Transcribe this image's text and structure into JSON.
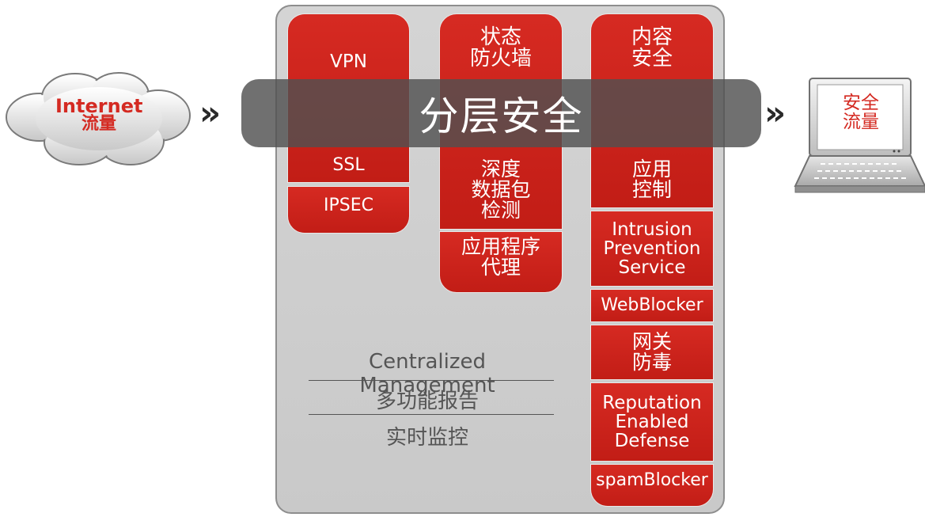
{
  "diagram": {
    "left_source": {
      "line1": "Internet",
      "line2": "流量"
    },
    "right_dest": {
      "line1": "安全",
      "line2": "流量"
    },
    "band_label": "分层安全",
    "arrow_glyph": "»",
    "col1": {
      "top": "VPN",
      "ssl": "SSL",
      "ipsec": "IPSEC"
    },
    "col2": {
      "top": "状态\n防火墙",
      "dpi": "深度\n数据包\n检测",
      "proxy": "应用程序\n代理"
    },
    "col3": {
      "top": "内容\n安全",
      "app_control": "应用\n控制",
      "ips": "Intrusion\nPrevention\nService",
      "webblocker": "WebBlocker",
      "gav": "网关\n防毒",
      "red": "Reputation\nEnabled\nDefense",
      "spam": "spamBlocker"
    },
    "management": {
      "line1": "Centralized Management",
      "line2": "多功能报告",
      "line3": "实时监控"
    }
  },
  "colors": {
    "red": "#c8211a",
    "band": "#505050",
    "panel": "#cccccc"
  }
}
